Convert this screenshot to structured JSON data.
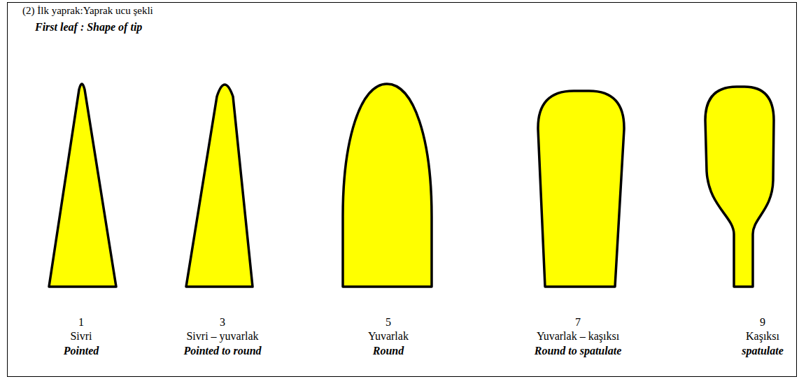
{
  "diagram": {
    "title": "(2) İlk yaprak:Yaprak ucu şekli",
    "labels": [
      "First leaf : Shape of tip",
      "1",
      "Sivri",
      "Pointed",
      "3",
      "Sivri – yuvarlak",
      "Pointed to round",
      "5",
      "Yuvarlak",
      "Round",
      "7",
      "Yuvarlak – kaşıksı",
      "Round to spatulate",
      "9",
      "Kaşıksı",
      "spatulate"
    ]
  }
}
